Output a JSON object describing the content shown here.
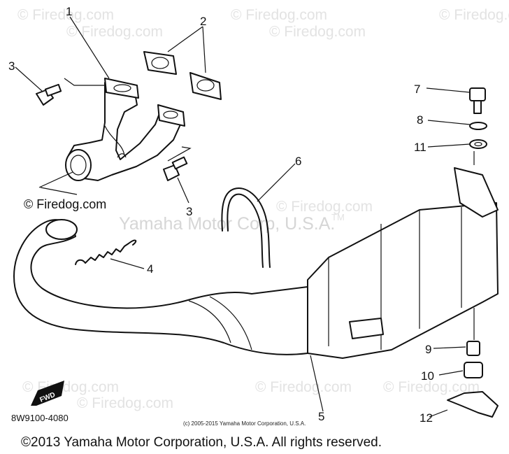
{
  "watermark": {
    "site": "© Firedog.com",
    "trademark_text": "Yamaha Motor Corp, U.S.A.",
    "tm_mark": "TM"
  },
  "callouts": [
    "1",
    "2",
    "3",
    "3",
    "4",
    "5",
    "6",
    "7",
    "8",
    "11",
    "9",
    "10",
    "12"
  ],
  "part_code": "8W9100-4080",
  "fwd_label": "FWD",
  "small_copyright": "(c) 2005-2015 Yamaha Motor Corporation, U.S.A.",
  "footer_copyright": "©2013 Yamaha Motor Corporation, U.S.A. All rights reserved."
}
